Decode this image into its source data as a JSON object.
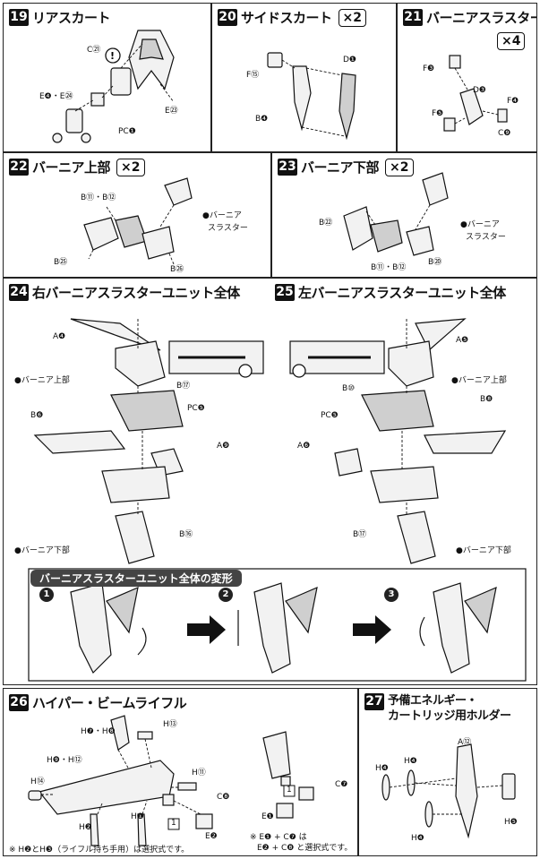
{
  "steps": [
    {
      "num": "19",
      "title": "リアスカート",
      "multiplier": "",
      "labels": [
        "C㉑",
        "E❹・E㉔",
        "E㉓",
        "PC❶"
      ]
    },
    {
      "num": "20",
      "title": "サイドスカート",
      "multiplier": "×2",
      "labels": [
        "F⑮",
        "D❶",
        "B❹"
      ]
    },
    {
      "num": "21",
      "title": "バーニアスラスター",
      "multiplier": "×4",
      "labels": [
        "F❸",
        "D❸",
        "F❹",
        "F❺",
        "C❾"
      ]
    },
    {
      "num": "22",
      "title": "バーニア上部",
      "multiplier": "×2",
      "labels": [
        "B⑪・B⑫",
        "●バーニア",
        "スラスター",
        "B㉕",
        "B㉖"
      ]
    },
    {
      "num": "23",
      "title": "バーニア下部",
      "multiplier": "×2",
      "labels": [
        "B㉒",
        "●バーニア",
        "スラスター",
        "B⑪・B⑫",
        "B⑳"
      ]
    },
    {
      "num": "24",
      "title": "右バーニアスラスターユニット全体",
      "multiplier": "",
      "labels": [
        "A❹",
        "●バーニア上部",
        "B⑰",
        "PC❺",
        "B❻",
        "A❾",
        "B⑯",
        "●バーニア下部"
      ]
    },
    {
      "num": "25",
      "title": "左バーニアスラスターユニット全体",
      "multiplier": "",
      "labels": [
        "A❺",
        "●バーニア上部",
        "B⑩",
        "PC❺",
        "B❽",
        "A❻",
        "B⑰",
        "●バーニア下部"
      ]
    },
    {
      "num": "26",
      "title": "ハイパー・ビームライフル",
      "multiplier": "",
      "labels": [
        "H❼・H❽",
        "H⑬",
        "H❾・H⑫",
        "H⑪",
        "H⑭",
        "H❷",
        "H❶",
        "C❽",
        "E❷",
        "C❼",
        "E❶"
      ]
    },
    {
      "num": "27",
      "title": "予備エネルギー・\nカートリッジ用ホルダー",
      "multiplier": "",
      "labels": [
        "A⑫",
        "H❹",
        "H❹",
        "H❹",
        "H❺"
      ]
    }
  ],
  "transform": {
    "title": "バーニアスラスターユニット全体の変形",
    "steps": [
      "1",
      "2",
      "3"
    ]
  },
  "notes": {
    "n26a": "※ H❷とH❸（ライフル持ち手用）は選択式です。",
    "n26b": "※ E❶ + C❼ は",
    "n26c": "E❷ + C❽ と選択式です。",
    "one": "1"
  }
}
